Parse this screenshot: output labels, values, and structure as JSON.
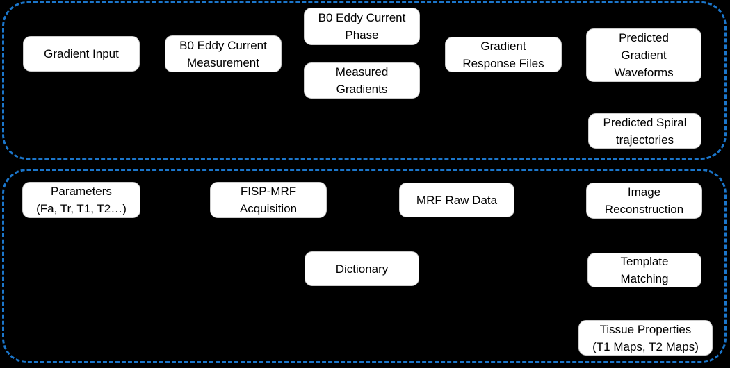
{
  "diagram": {
    "colors": {
      "background": "#000000",
      "frame_dash": "#1b76cb",
      "node_fill": "#ffffff",
      "node_text": "#000000"
    },
    "top_section": {
      "gradient_input": "Gradient Input",
      "b0_eddy_current_measurement": "B0 Eddy Current\nMeasurement",
      "b0_eddy_current_phase": "B0 Eddy Current\nPhase",
      "measured_gradients": "Measured\nGradients",
      "gradient_response_files": "Gradient\nResponse Files",
      "predicted_gradient_waveforms": "Predicted\nGradient\nWaveforms",
      "predicted_spiral_trajectories": "Predicted Spiral\ntrajectories"
    },
    "bottom_section": {
      "parameters": "Parameters\n(Fa, Tr, T1, T2…)",
      "fisp_mrf_acquisition": "FISP-MRF\nAcquisition",
      "mrf_raw_data": "MRF Raw Data",
      "image_reconstruction": "Image\nReconstruction",
      "dictionary": "Dictionary",
      "template_matching": "Template\nMatching",
      "tissue_properties": "Tissue Properties\n(T1 Maps, T2 Maps)"
    }
  }
}
